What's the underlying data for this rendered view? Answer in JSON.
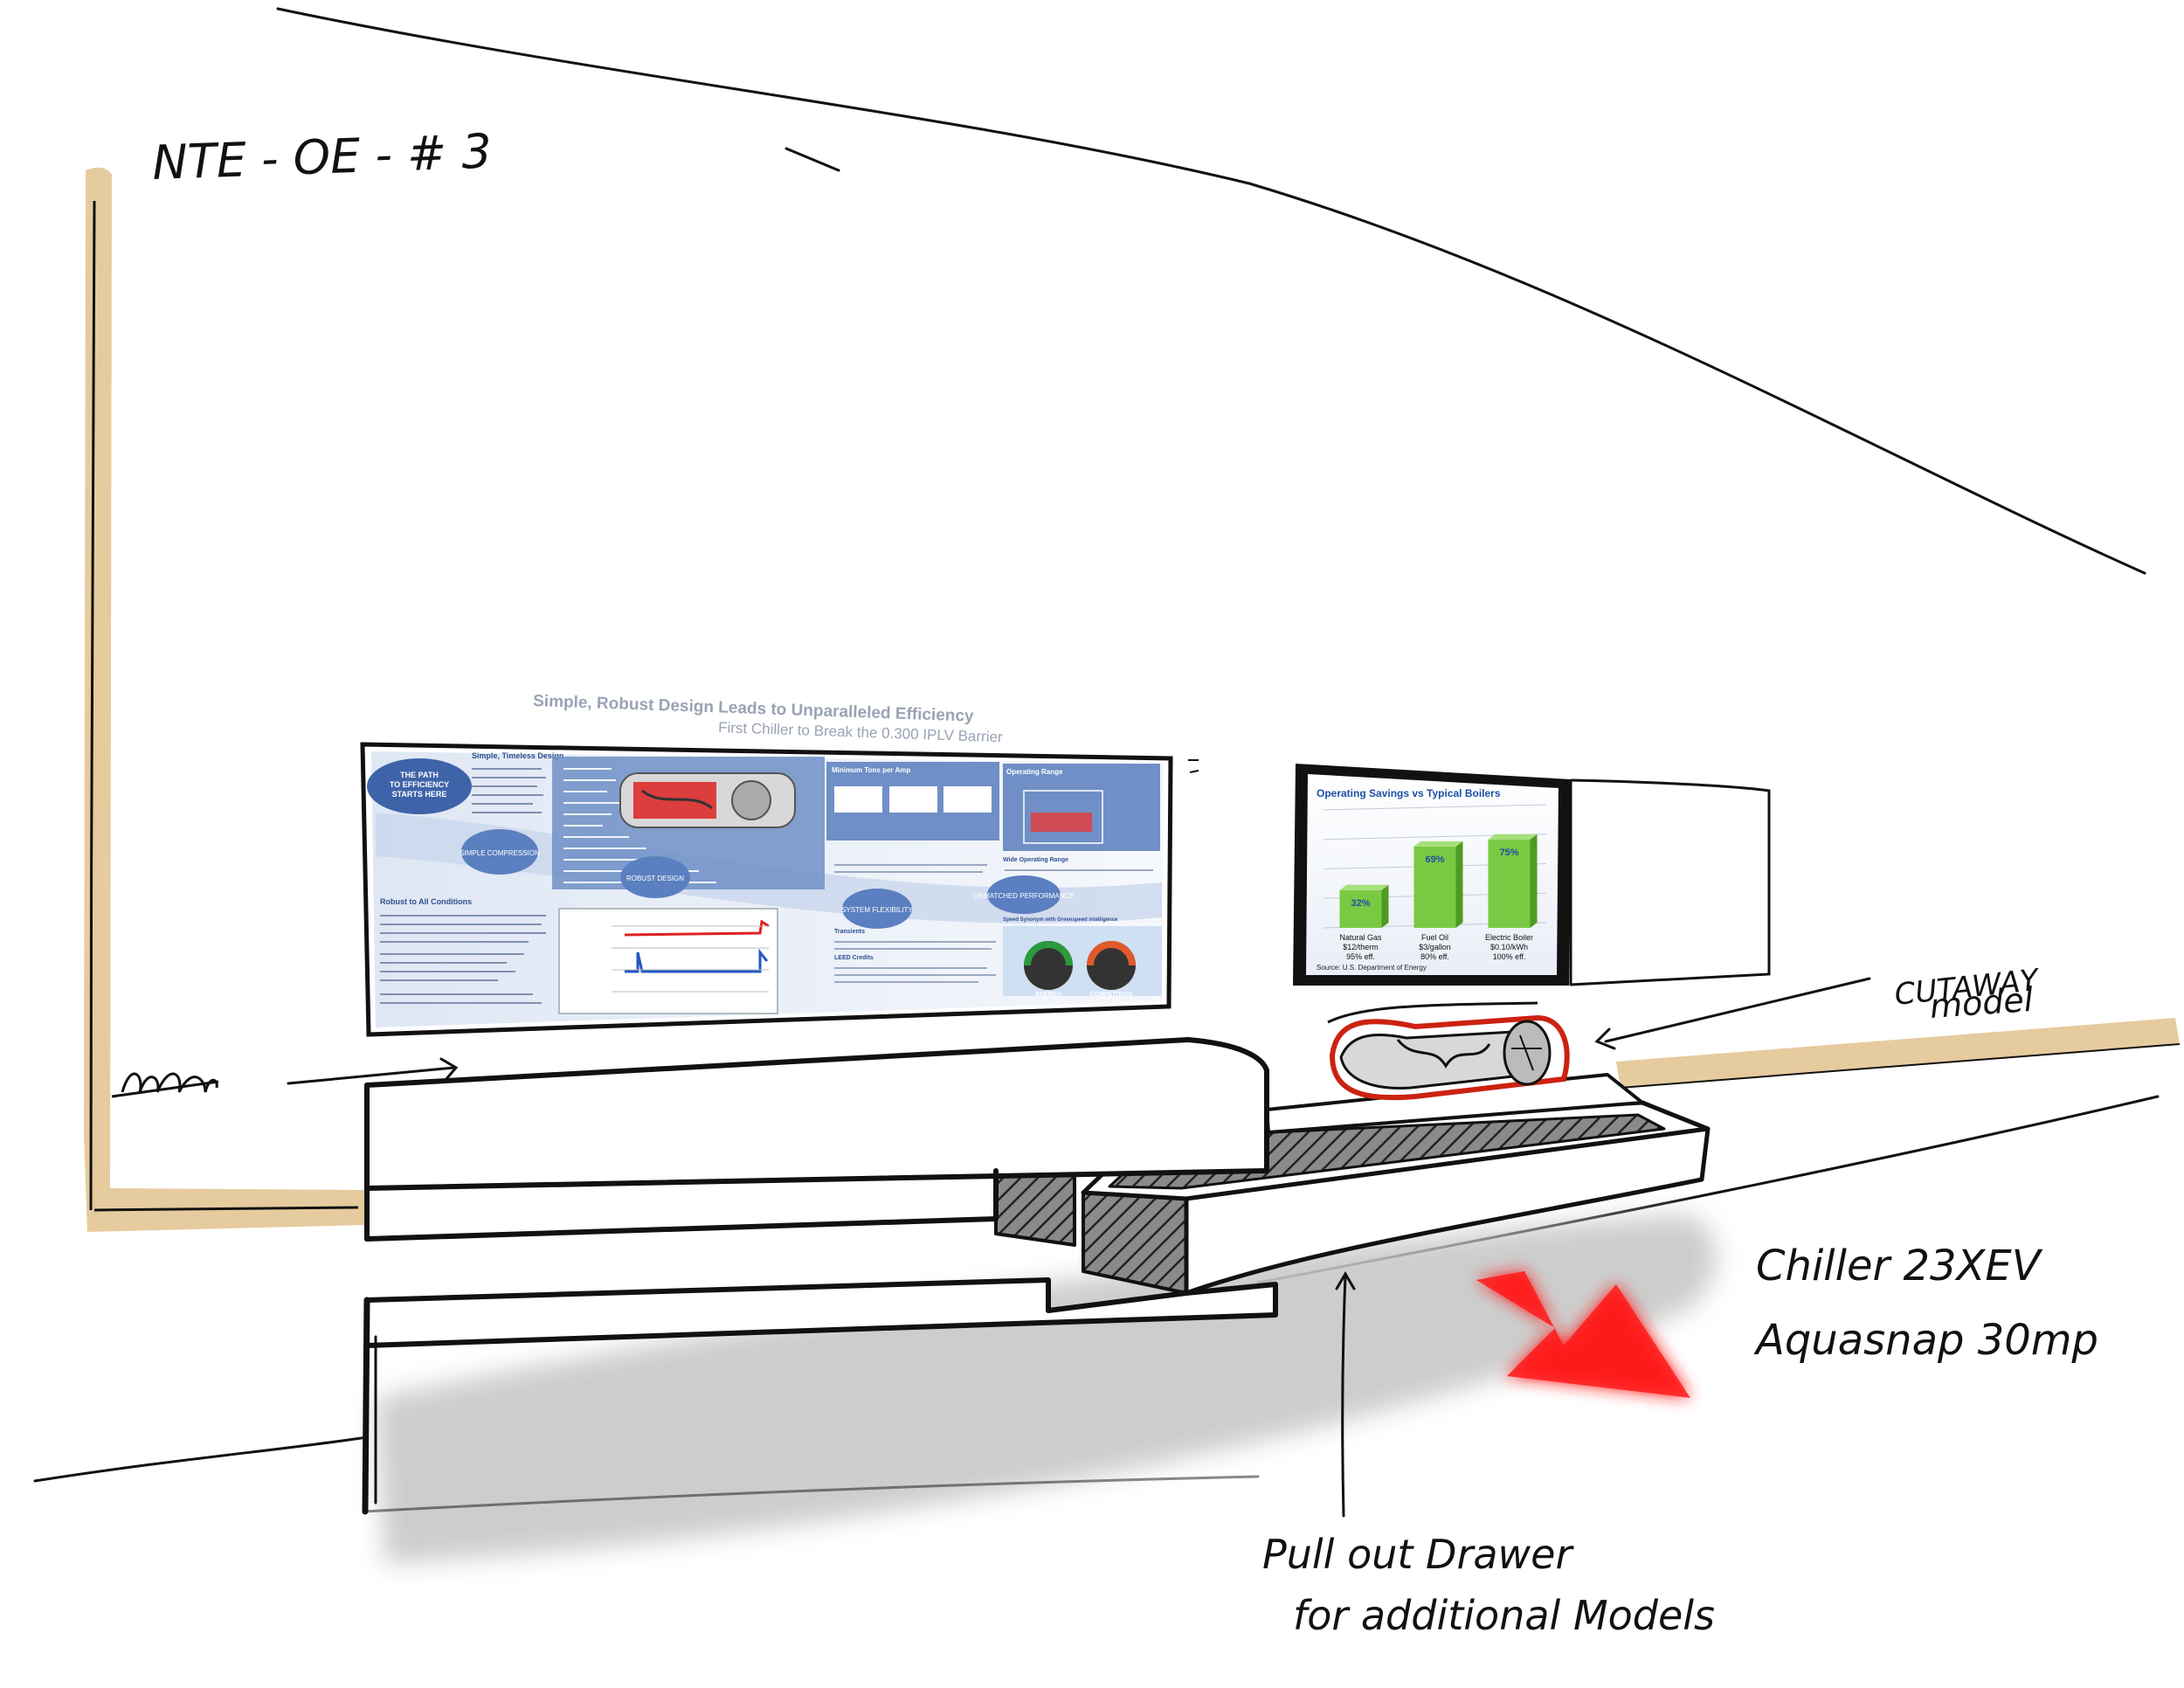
{
  "annotations": {
    "sheet_id": "NTE - OE - # 3",
    "cutaway_line1": "CUTAWAY",
    "cutaway_line2": "model",
    "chiller_line1": "Chiller 23XEV",
    "chiller_line2": "Aquasnap 30mp",
    "drawer_line1": "Pull out Drawer",
    "drawer_line2": "for additional Models"
  },
  "poster": {
    "title": "Simple, Robust Design Leads to Unparalleled Efficiency",
    "subtitle": "First Chiller to Break the 0.300 IPLV Barrier",
    "badge_line1": "THE PATH",
    "badge_line2": "TO EFFICIENCY",
    "badge_line3": "STARTS HERE",
    "section_simple": "Simple, Timeless Design",
    "section_robust": "Robust to All Conditions",
    "bubble_simple": "SIMPLE COMPRESSION",
    "bubble_robust": "ROBUST DESIGN",
    "bubble_system": "SYSTEM FLEXIBILITY",
    "bubble_unmatched": "UNMATCHED PERFORMANCE",
    "section_tons": "Minimum Tons per Amp",
    "section_range": "Operating Range",
    "section_wide": "Wide Operating Range",
    "section_speed": "Speed Synonym with Greenspeed intelligence",
    "section_transients": "Transients",
    "section_leed": "LEED Credits",
    "gauge_left": "ENERGY",
    "gauge_right": "COMPETITION"
  },
  "monitor": {
    "chart_title": "Operating Savings vs Typical Boilers",
    "source": "Source: U.S. Department of Energy"
  },
  "chart_data": {
    "type": "bar",
    "title": "Operating Savings vs Typical Boilers",
    "categories": [
      "Natural Gas $12/therm 95% eff.",
      "Fuel Oil $3/gallon 80% eff.",
      "Electric Boiler $0.10/kWh 100% eff."
    ],
    "category_lines": [
      [
        "Natural Gas",
        "$12/therm",
        "95% eff."
      ],
      [
        "Fuel Oil",
        "$3/gallon",
        "80% eff."
      ],
      [
        "Electric Boiler",
        "$0.10/kWh",
        "100% eff."
      ]
    ],
    "values": [
      32,
      69,
      75
    ],
    "value_labels": [
      "32%",
      "69%",
      "75%"
    ],
    "ylim": [
      0,
      100
    ],
    "grid": true,
    "colors": {
      "bar": "#7ac943",
      "label": "#1d4fa3",
      "title": "#1d4fa3"
    }
  },
  "colors": {
    "wood_trim": "#e6cb9e",
    "floor_shadow": "#c8c8c8",
    "arrow_red": "#ff1a1a",
    "poster_blue": "#6f8fc6",
    "poster_navy": "#2f4f8f",
    "ink": "#111111"
  }
}
